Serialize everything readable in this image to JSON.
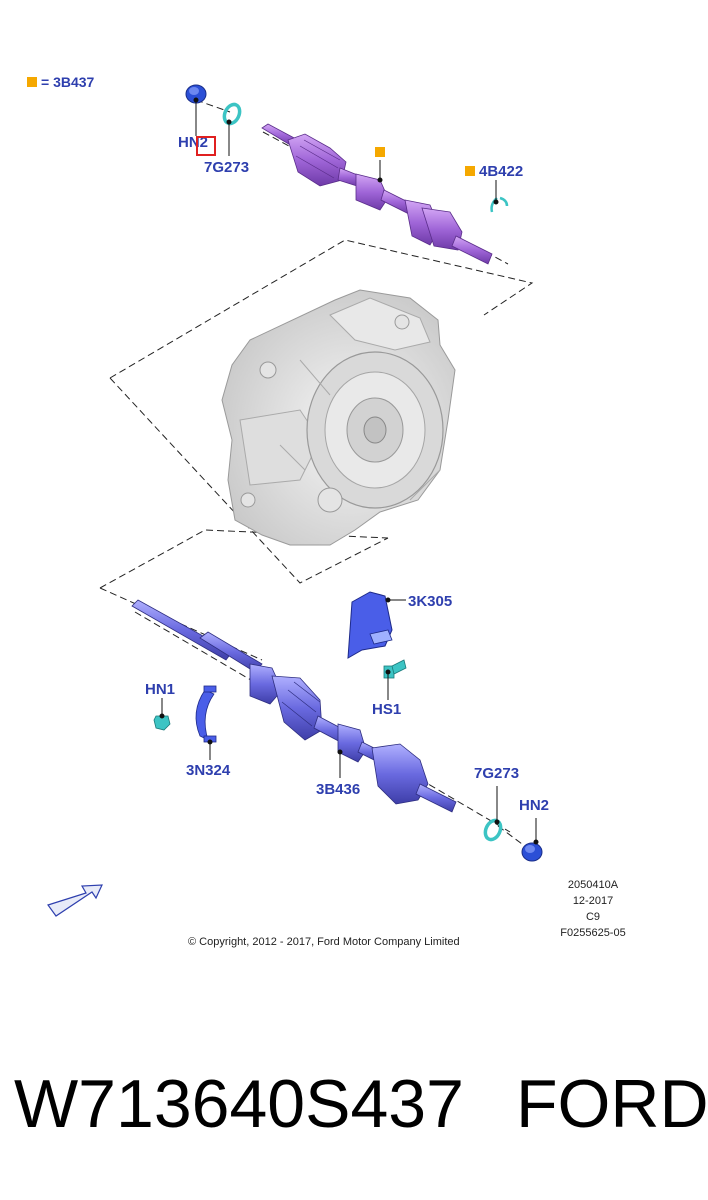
{
  "legend": {
    "symbol_color": "#f5a800",
    "text": "= 3B437"
  },
  "labels": {
    "hn2_top": "HN2",
    "g7273_top": "7G273",
    "b4422": "4B422",
    "k3305": "3K305",
    "hn1": "HN1",
    "hs1": "HS1",
    "n3324": "3N324",
    "b3436": "3B436",
    "g7273_bottom": "7G273",
    "hn2_bottom": "HN2"
  },
  "meta": {
    "code": "2050410A",
    "date": "12-2017",
    "variant": "C9",
    "ref": "F0255625-05"
  },
  "copyright": "© Copyright, 2012 - 2017, Ford Motor Company Limited",
  "footer": {
    "part_number": "W713640S437",
    "brand": "FORD"
  },
  "colors": {
    "label": "#2e3fae",
    "shaft_top": "#a066d8",
    "shaft_bottom": "#6a6ae0",
    "washer": "#3cc4c4",
    "nut": "#2b4fd6",
    "bracket": "#4a5ee8",
    "highlight": "#e02020"
  }
}
